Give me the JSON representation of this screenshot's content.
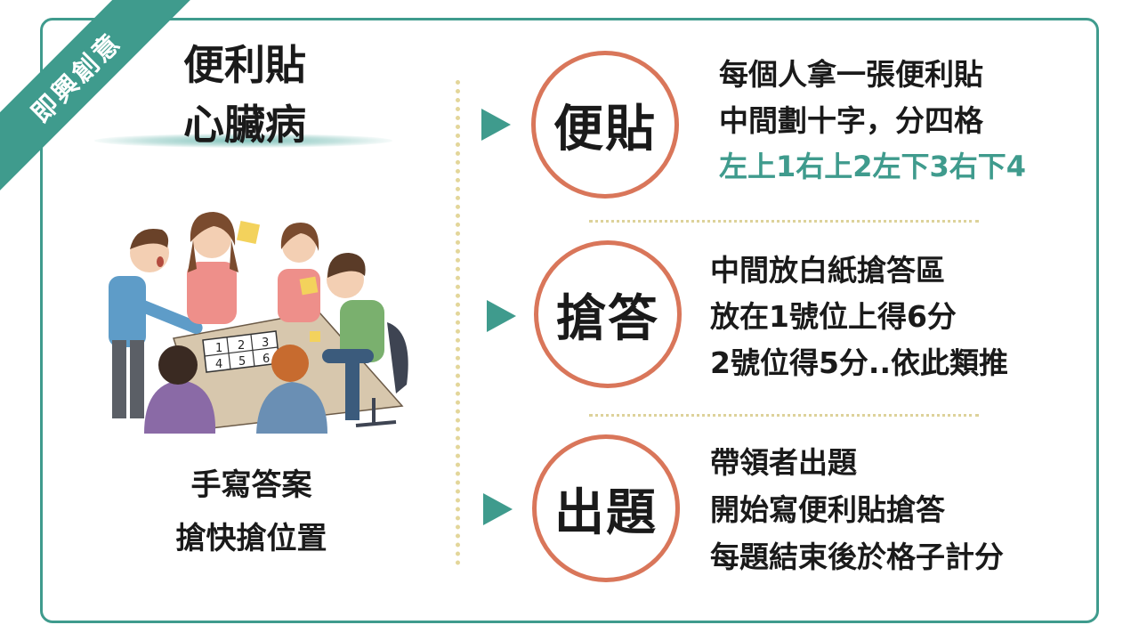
{
  "corner_tag": "即興創意",
  "left": {
    "title_line1": "便利貼",
    "title_line2": "心臟病",
    "illustration": {
      "grid_numbers": [
        "1",
        "2",
        "3",
        "4",
        "5",
        "6"
      ]
    },
    "caption_line1": "手寫答案",
    "caption_line2": "搶快搶位置"
  },
  "steps": [
    {
      "label": "便貼",
      "lines": [
        "每個人拿一張便利貼",
        "中間劃十字，分四格",
        "左上1右上2左下3右下4"
      ]
    },
    {
      "label": "搶答",
      "lines": [
        "中間放白紙搶答區",
        "放在1號位上得6分",
        "2號位得5分..依此類推"
      ]
    },
    {
      "label": "出題",
      "lines": [
        "帶領者出題",
        "開始寫便利貼搶答",
        "每題結束後於格子計分"
      ]
    }
  ],
  "colors": {
    "accent_teal": "#3f9b8d",
    "circle_orange": "#d9765a",
    "dots_yellow": "#e3d69a"
  }
}
